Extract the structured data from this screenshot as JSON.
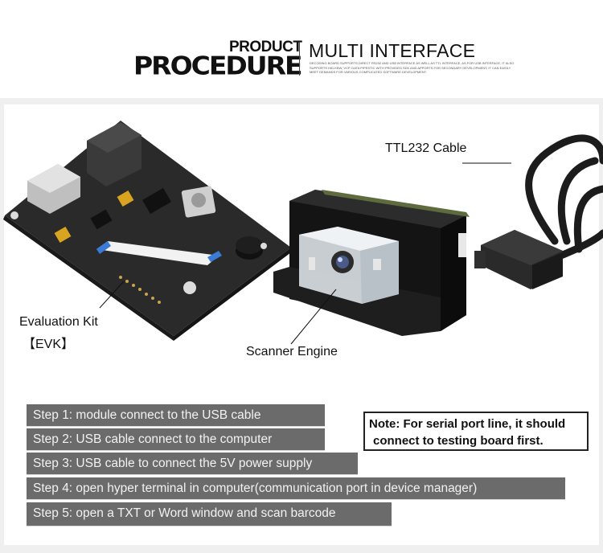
{
  "header": {
    "product": "PRODUCT",
    "procedure": "PROCEDURE",
    "multi_interface": "MULTI INTERFACE",
    "description": "Decoding board supports direct RS232 and USB interface as well as TTL interface. As for USB interface, it also supports HID-KBW, VCP. Data pipestic with provided SDK and apports for secondary development, it can easily meet demands for various complicated software development."
  },
  "labels": {
    "ttl_cable": "TTL232 Cable",
    "evaluation_kit": "Evaluation Kit",
    "evk": "【EVK】",
    "scanner_engine": "Scanner Engine"
  },
  "steps": [
    "Step 1: module connect to the USB cable",
    "Step 2: USB cable connect to the computer",
    "Step 3: USB cable to connect the 5V power supply",
    "Step 4: open hyper terminal in computer(communication port in device manager)",
    "Step 5: open a TXT or Word window and scan barcode"
  ],
  "note": {
    "line1": "Note: For serial port line, it should",
    "line2": "connect to testing board first."
  },
  "colors": {
    "step_bg": "#6b6b6b",
    "board": "#2b2b2b",
    "panel_bg": "#efefef"
  }
}
